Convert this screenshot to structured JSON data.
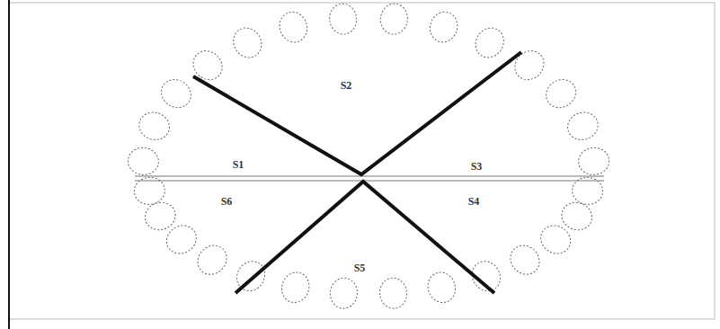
{
  "diagram": {
    "labels": [
      "S2",
      "S1",
      "S3",
      "S6",
      "S4",
      "S5"
    ]
  }
}
